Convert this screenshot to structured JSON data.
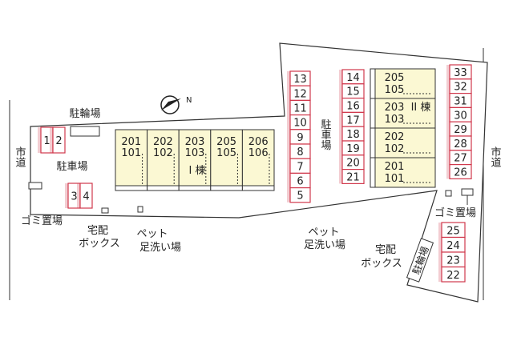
{
  "labels": {
    "road_left": "市道",
    "road_right": "市道",
    "bike_parking_top": "駐輪場",
    "parking_left": "駐車場",
    "parking_center": "駐車場",
    "bike_parking_bottom": "駐輪場",
    "garbage_left": "ゴミ置場",
    "garbage_right": "ゴミ置場",
    "delivery_box_left": [
      "宅配",
      "ボックス"
    ],
    "delivery_box_right": [
      "宅配",
      "ボックス"
    ],
    "pet_wash_left": [
      "ペット",
      "足洗い場"
    ],
    "pet_wash_right": [
      "ペット",
      "足洗い場"
    ],
    "building_1": "I 棟",
    "building_2": "II 棟"
  },
  "building_1_units": [
    {
      "upper": "201",
      "lower": "101"
    },
    {
      "upper": "202",
      "lower": "102"
    },
    {
      "upper": "203",
      "lower": "103"
    },
    {
      "upper": "205",
      "lower": "105"
    },
    {
      "upper": "206",
      "lower": "106"
    }
  ],
  "building_2_units": [
    {
      "upper": "205",
      "lower": "105"
    },
    {
      "upper": "203",
      "lower": "103"
    },
    {
      "upper": "202",
      "lower": "102"
    },
    {
      "upper": "201",
      "lower": "101"
    }
  ],
  "parking_spaces": {
    "left_top": [
      "1",
      "2"
    ],
    "left_bottom": [
      "3",
      "4"
    ],
    "col_a": [
      "13",
      "12",
      "11",
      "10",
      "9",
      "8",
      "7",
      "6",
      "5"
    ],
    "col_b": [
      "14",
      "15",
      "16",
      "17",
      "18",
      "19",
      "20",
      "21"
    ],
    "col_c": [
      "33",
      "32",
      "31",
      "30",
      "29",
      "28",
      "27",
      "26"
    ],
    "col_d": [
      "25",
      "24",
      "23",
      "22"
    ]
  },
  "colors": {
    "space_border": "#d0384c",
    "space_fill": "#ffffff",
    "building_fill": "#fbf8d3",
    "lot_outline": "#333333"
  }
}
